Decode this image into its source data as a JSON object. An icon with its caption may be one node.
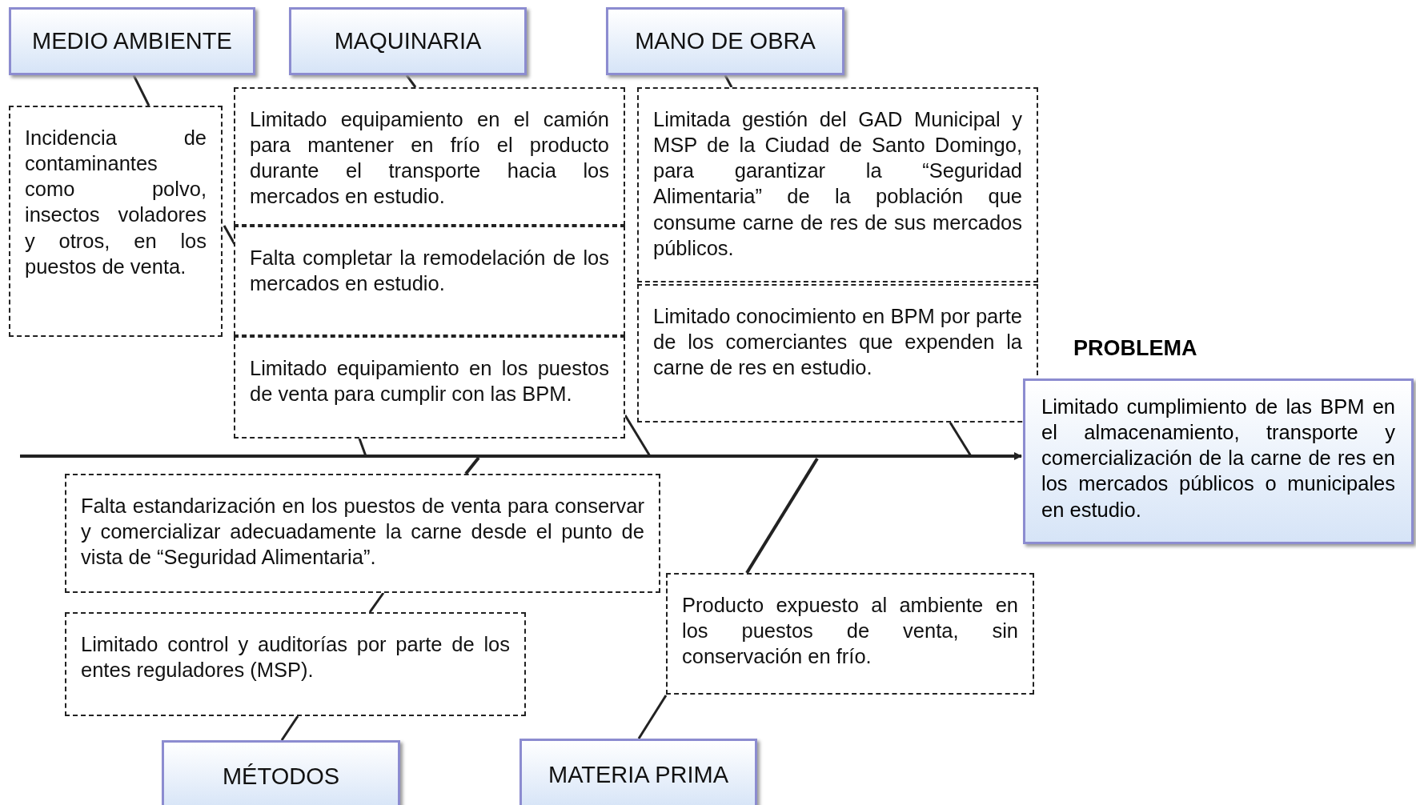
{
  "diagram": {
    "nodes": [
      {
        "text": [
          "MEDIO AMBIENTE"
        ]
      },
      {
        "text": [
          "MAQUINARIA"
        ]
      },
      {
        "text": [
          "MANO DE OBRA"
        ]
      },
      {
        "text": [
          "Incidencia de contaminantes como polvo, insectos voladores y otros, en los puestos de venta."
        ]
      },
      {
        "text": [
          "Limitado equipamiento en el camión para mantener en frío el producto durante el transporte hacia los mercados en estudio."
        ]
      },
      {
        "text": [
          "Limitada gestión del GAD Municipal y MSP de la Ciudad de Santo Domingo, para garantizar la “Seguridad Alimentaria” de la población que consume carne de res de sus mercados públicos."
        ]
      },
      {
        "text": [
          "Falta completar la remodelación de los mercados en estudio."
        ]
      },
      {
        "text": [
          "Limitado equipamiento en los puestos de venta para cumplir con las BPM."
        ]
      },
      {
        "text": [
          "Limitado conocimiento en BPM por parte de los comerciantes que expenden la carne de res en estudio."
        ]
      },
      {
        "text": [
          "PROBLEMA",
          "Limitado cumplimiento de las BPM en el almacenamiento, transporte y comercialización de la carne de res en los mercados públicos o municipales en estudio."
        ]
      },
      {
        "text": [
          "Falta estandarización en los puestos de venta para conservar y comercializar adecuadamente la carne desde el punto de vista de “Seguridad Alimentaria”."
        ]
      },
      {
        "text": [
          "Limitado control y auditorías por parte de los entes reguladores (MSP)."
        ]
      },
      {
        "text": [
          "Producto expuesto al ambiente en los puestos de venta, sin conservación en frío."
        ]
      },
      {
        "text": [
          "MÉTODOS"
        ]
      },
      {
        "text": [
          "MATERIA PRIMA"
        ]
      }
    ],
    "edges": [
      {
        "from": null,
        "to": 9,
        "arrow": "to"
      },
      {
        "from": 0,
        "to": 3,
        "arrow": "none"
      },
      {
        "from": 1,
        "to": 4,
        "arrow": "none"
      },
      {
        "from": 2,
        "to": 5,
        "arrow": "none"
      },
      {
        "from": 13,
        "to": 11,
        "arrow": "none"
      },
      {
        "from": 11,
        "to": 10,
        "arrow": "none"
      },
      {
        "from": 14,
        "to": 12,
        "arrow": "none"
      },
      {
        "from": 3,
        "to": 6,
        "arrow": "none"
      },
      {
        "from": 7,
        "to": null,
        "arrow": "none"
      },
      {
        "from": 7,
        "to": null,
        "arrow": "none"
      },
      {
        "from": 8,
        "to": null,
        "arrow": "none"
      },
      {
        "from": null,
        "to": 10,
        "arrow": "none"
      },
      {
        "from": null,
        "to": 12,
        "arrow": "none"
      }
    ]
  }
}
